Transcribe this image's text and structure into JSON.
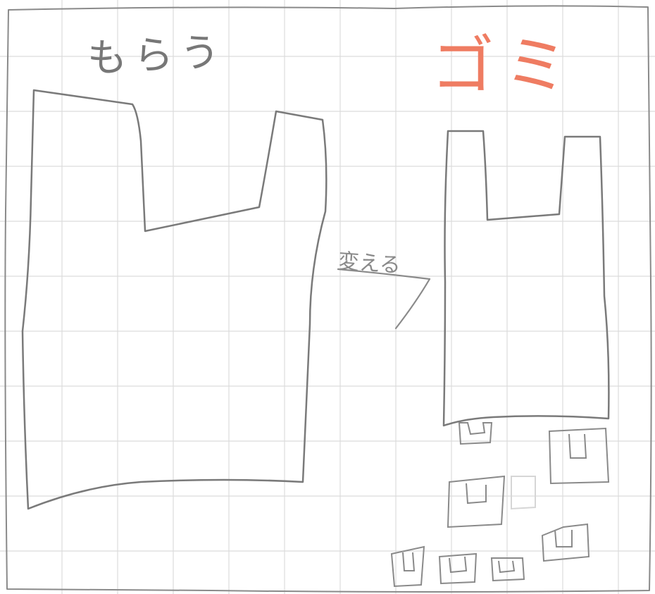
{
  "labels": {
    "receive": "もらう",
    "garbage": "ゴミ",
    "change": "変える"
  },
  "colors": {
    "pencil": "#7a7a7a",
    "red": "#ef7c62",
    "grid": "#dcdcdc",
    "paper": "#ffffff"
  }
}
